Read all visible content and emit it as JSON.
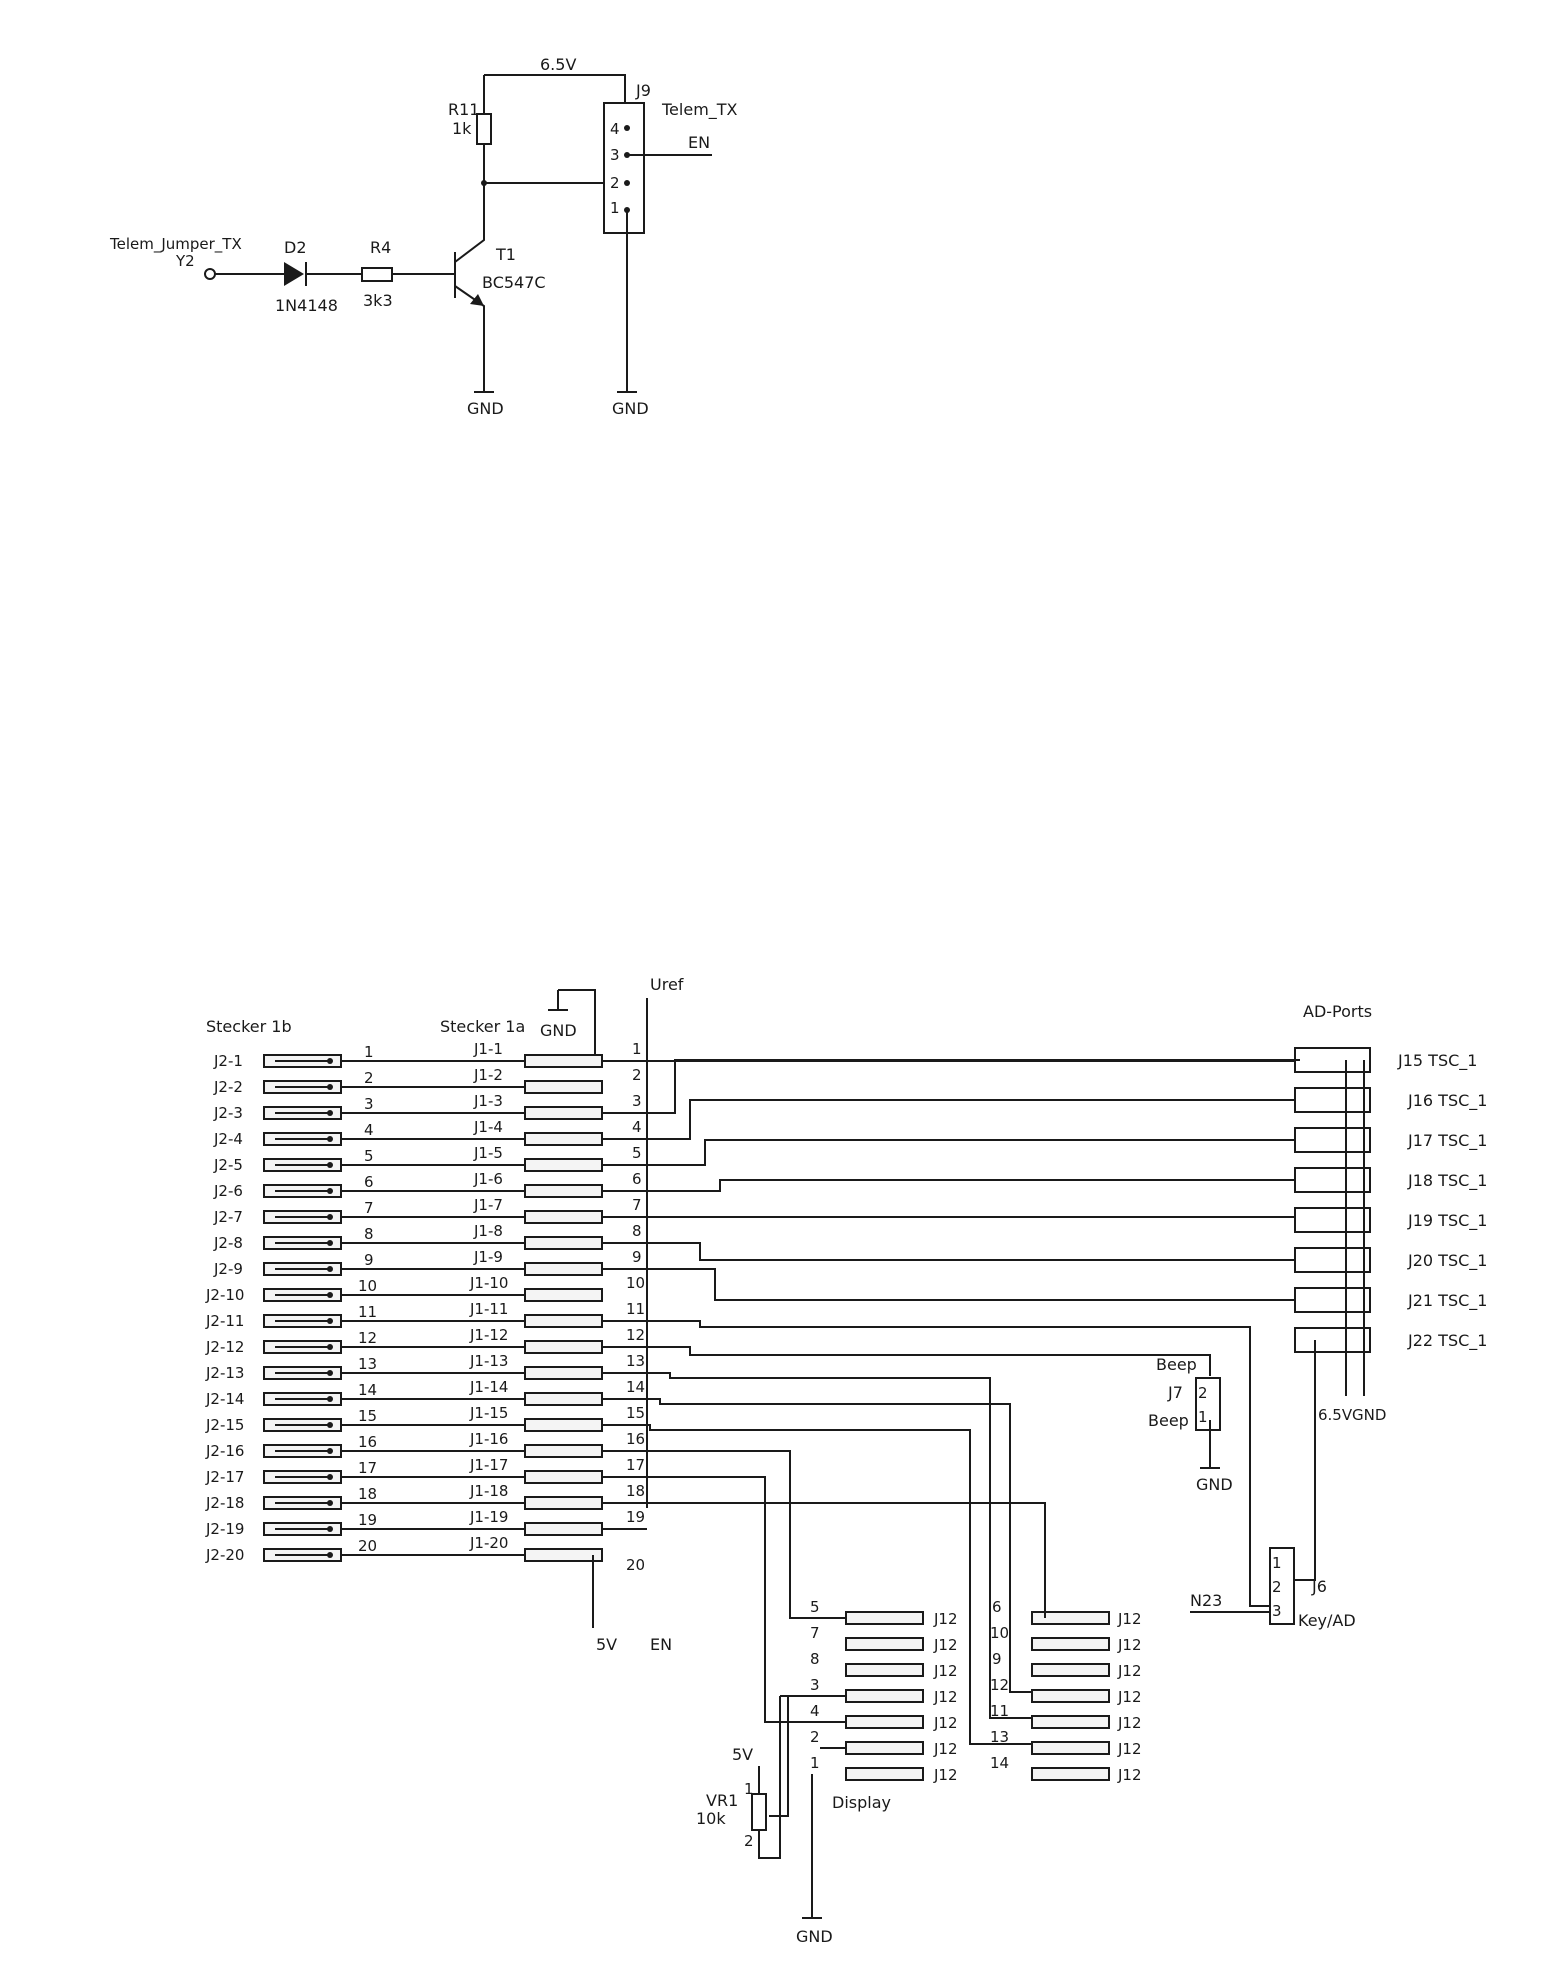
{
  "colors": {
    "ink": "#1a1a1a",
    "paper": "#ffffff"
  },
  "top_circuit": {
    "supply": "6.5V",
    "r11": {
      "ref": "R11",
      "value": "1k"
    },
    "j9": {
      "ref": "J9",
      "name": "Telem_TX",
      "pins": [
        "4",
        "3",
        "2",
        "1"
      ],
      "en_label": "EN"
    },
    "input": {
      "net": "Telem_Jumper_TX",
      "ref": "Y2"
    },
    "d2": {
      "ref": "D2",
      "value": "1N4148"
    },
    "r4": {
      "ref": "R4",
      "value": "3k3"
    },
    "t1": {
      "ref": "T1",
      "value": "BC547C"
    },
    "gnd": "GND"
  },
  "bottom_circuit": {
    "stecker_1b": "Stecker 1b",
    "stecker_1a": "Stecker 1a",
    "uref": "Uref",
    "gnd": "GND",
    "j2_labels": [
      "J2-1",
      "J2-2",
      "J2-3",
      "J2-4",
      "J2-5",
      "J2-6",
      "J2-7",
      "J2-8",
      "J2-9",
      "J2-10",
      "J2-11",
      "J2-12",
      "J2-13",
      "J2-14",
      "J2-15",
      "J2-16",
      "J2-17",
      "J2-18",
      "J2-19",
      "J2-20"
    ],
    "j1_labels": [
      "J1-1",
      "J1-2",
      "J1-3",
      "J1-4",
      "J1-5",
      "J1-6",
      "J1-7",
      "J1-8",
      "J1-9",
      "J1-10",
      "J1-11",
      "J1-12",
      "J1-13",
      "J1-14",
      "J1-15",
      "J1-16",
      "J1-17",
      "J1-18",
      "J1-19",
      "J1-20"
    ],
    "pin_numbers": [
      "1",
      "2",
      "3",
      "4",
      "5",
      "6",
      "7",
      "8",
      "9",
      "10",
      "11",
      "12",
      "13",
      "14",
      "15",
      "16",
      "17",
      "18",
      "19",
      "20"
    ],
    "five_v": "5V",
    "en": "EN",
    "ad_ports": {
      "title": "AD-Ports",
      "labels": [
        "J15 TSC_1",
        "J16 TSC_1",
        "J17 TSC_1",
        "J18 TSC_1",
        "J19 TSC_1",
        "J20 TSC_1",
        "J21 TSC_1",
        "J22 TSC_1"
      ],
      "six_five_v": "6.5V",
      "gnd": "GND"
    },
    "beep": {
      "label_top": "Beep",
      "ref": "J7",
      "label_bottom": "Beep",
      "pins": [
        "2",
        "1"
      ],
      "gnd": "GND"
    },
    "j6": {
      "ref": "J6",
      "name": "Key/AD",
      "net": "N23",
      "pins": [
        "1",
        "2",
        "3"
      ]
    },
    "display": {
      "name": "Display",
      "conn": "J12",
      "left_pins": [
        "5",
        "7",
        "8",
        "3",
        "4",
        "2",
        "1"
      ],
      "right_pins": [
        "6",
        "10",
        "9",
        "12",
        "11",
        "13",
        "14"
      ],
      "five_v": "5V",
      "vr1": {
        "ref": "VR1",
        "value": "10k",
        "pins": [
          "1",
          "2"
        ]
      },
      "gnd": "GND"
    }
  }
}
